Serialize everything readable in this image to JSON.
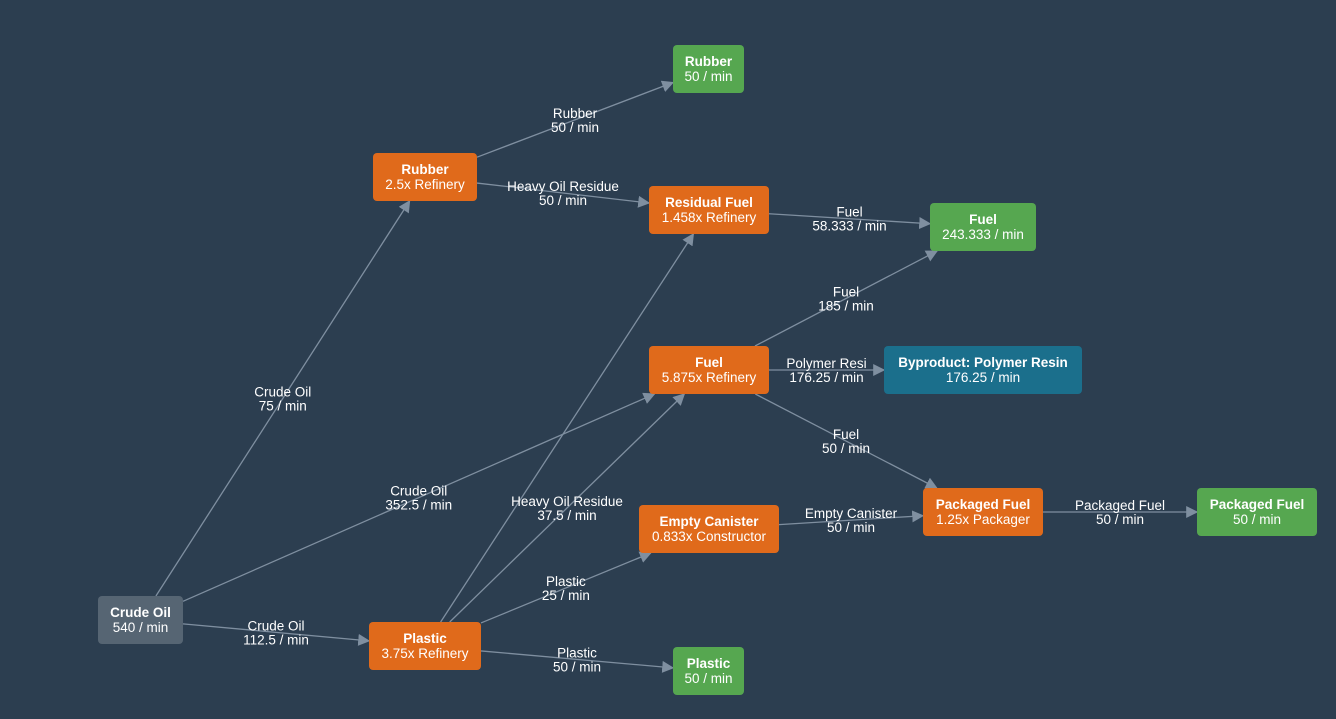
{
  "colors": {
    "background": "#2c3e50",
    "source": "#566573",
    "recipe": "#e06a1b",
    "output": "#56a750",
    "byproduct": "#1b6f8c",
    "edge": "#7f8fa0"
  },
  "nodes": {
    "crude_oil": {
      "title": "Crude Oil",
      "sub": "540 / min"
    },
    "rubber_recipe": {
      "title": "Rubber",
      "sub": "2.5x Refinery"
    },
    "rubber_out": {
      "title": "Rubber",
      "sub": "50 / min"
    },
    "residual_fuel": {
      "title": "Residual Fuel",
      "sub": "1.458x Refinery"
    },
    "fuel_out": {
      "title": "Fuel",
      "sub": "243.333 / min"
    },
    "fuel_recipe": {
      "title": "Fuel",
      "sub": "5.875x Refinery"
    },
    "byproduct_resin": {
      "title": "Byproduct: Polymer Resin",
      "sub": "176.25 / min"
    },
    "empty_canister": {
      "title": "Empty Canister",
      "sub": "0.833x Constructor"
    },
    "packaged_fuel_recipe": {
      "title": "Packaged Fuel",
      "sub": "1.25x Packager"
    },
    "packaged_fuel_out": {
      "title": "Packaged Fuel",
      "sub": "50 / min"
    },
    "plastic_recipe": {
      "title": "Plastic",
      "sub": "3.75x Refinery"
    },
    "plastic_out": {
      "title": "Plastic",
      "sub": "50 / min"
    }
  },
  "edges": [
    {
      "from": "crude_oil",
      "to": "rubber_recipe",
      "line1": "Crude Oil",
      "line2": "75 / min"
    },
    {
      "from": "crude_oil",
      "to": "fuel_recipe",
      "line1": "Crude Oil",
      "line2": "352.5 / min"
    },
    {
      "from": "crude_oil",
      "to": "plastic_recipe",
      "line1": "Crude Oil",
      "line2": "112.5 / min"
    },
    {
      "from": "rubber_recipe",
      "to": "rubber_out",
      "line1": "Rubber",
      "line2": "50 / min"
    },
    {
      "from": "rubber_recipe",
      "to": "residual_fuel",
      "line1": "Heavy Oil Residue",
      "line2": "50 / min"
    },
    {
      "from": "plastic_recipe",
      "to": "residual_fuel",
      "line1": "",
      "line2": ""
    },
    {
      "from": "plastic_recipe",
      "to": "empty_canister",
      "line1": "Plastic",
      "line2": "25 / min"
    },
    {
      "from": "plastic_recipe",
      "to": "plastic_out",
      "line1": "Plastic",
      "line2": "50 / min"
    },
    {
      "from": "residual_fuel",
      "to": "fuel_out",
      "line1": "Fuel",
      "line2": "58.333 / min"
    },
    {
      "from": "fuel_recipe",
      "to": "fuel_out",
      "line1": "Fuel",
      "line2": "185 / min"
    },
    {
      "from": "fuel_recipe",
      "to": "byproduct_resin",
      "line1": "Polymer Resi",
      "line2": "176.25 / min"
    },
    {
      "from": "fuel_recipe",
      "to": "packaged_fuel_recipe",
      "line1": "Fuel",
      "line2": "50 / min"
    },
    {
      "from": "empty_canister",
      "to": "packaged_fuel_recipe",
      "line1": "Empty Canister",
      "line2": "50 / min"
    },
    {
      "from": "packaged_fuel_recipe",
      "to": "packaged_fuel_out",
      "line1": "Packaged Fuel",
      "line2": "50 / min"
    },
    {
      "from": "plastic_recipe",
      "to": "fuel_recipe",
      "line1": "Heavy Oil Residue",
      "line2": "37.5 / min"
    }
  ]
}
